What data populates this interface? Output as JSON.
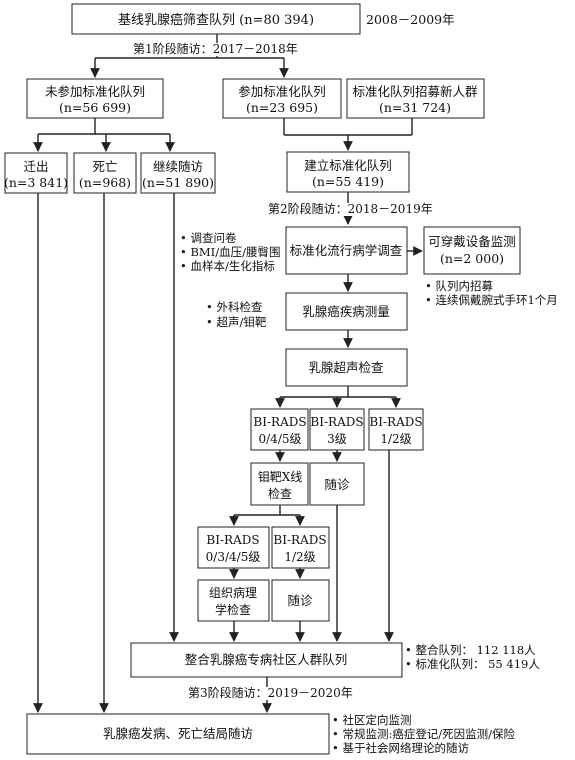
{
  "boxes": {
    "baseline": [
      "基线乳腺癌筛查队列 (n=80 394)"
    ],
    "not_joined": [
      "未参加标准化队列",
      "(n=56 699)"
    ],
    "joined": [
      "参加标准化队列",
      "(n=23 695)"
    ],
    "new_recruit": [
      "标准化队列招募新人群",
      "(n=31 724)"
    ],
    "moved": [
      "迁出",
      "(n=3 841)"
    ],
    "death": [
      "死亡",
      "(n=968)"
    ],
    "continue": [
      "继续随访",
      "(n=51 890)"
    ],
    "established": [
      "建立标准化队列",
      "(n=55 419)"
    ],
    "epi_survey": [
      "标准化流行病学调查"
    ],
    "wearable": [
      "可穿戴设备监测",
      "(n=2 000)"
    ],
    "disease_measure": [
      "乳腺癌疾病测量"
    ],
    "ultrasound": [
      "乳腺超声检查"
    ],
    "birads_045": [
      "BI-RADS",
      "0/4/5级"
    ],
    "birads_3": [
      "BI-RADS",
      "3级"
    ],
    "birads_12": [
      "BI-RADS",
      "1/2级"
    ],
    "mammo": [
      "钼靶X线",
      "检查"
    ],
    "followup_3": [
      "随诊"
    ],
    "birads_0345": [
      "BI-RADS",
      "0/3/4/5级"
    ],
    "birads_12b": [
      "BI-RADS",
      "1/2级"
    ],
    "pathology": [
      "组织病理",
      "学检查"
    ],
    "followup_12": [
      "随诊"
    ],
    "community": [
      "整合乳腺癌专病社区人群队列"
    ],
    "outcome": [
      "乳腺癌发病、死亡结局随访"
    ]
  },
  "labels": {
    "year_baseline": "2008－2009年",
    "phase1": "第1阶段随访：2017－2018年",
    "phase2": "第2阶段随访：2018－2019年",
    "phase3": "第3阶段随访：2019－2020年"
  },
  "bullets": {
    "continue": [
      "• 调查问卷",
      "• BMI/血压/腰臀围",
      "• 血样本/生化指标"
    ],
    "disease": [
      "• 外科检查",
      "• 超声/钼靶"
    ],
    "wearable": [
      "• 队列内招募",
      "• 连续佩戴腕式手环1个月"
    ],
    "community": [
      "• 整合队列：  112 118人",
      "• 标准化队列：  55 419人"
    ],
    "outcome": [
      "• 社区定向监测",
      "• 常规监测:癌症登记/死因监测/保险",
      "• 基于社会网络理论的随访"
    ]
  }
}
